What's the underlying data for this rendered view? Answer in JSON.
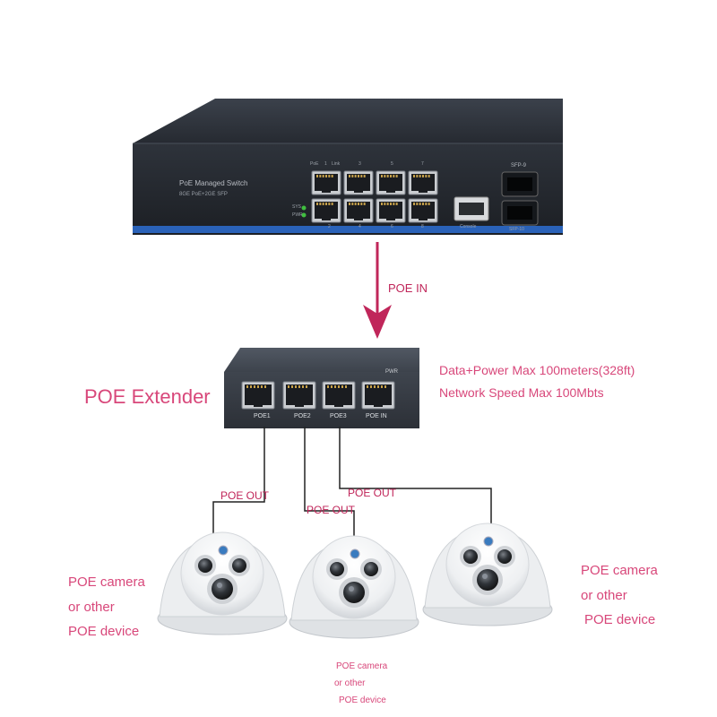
{
  "switch": {
    "title": "PoE Managed Switch",
    "subtitle": "8GE PoE+2GE SFP",
    "top_labels": [
      "PoE",
      "1",
      "Link",
      "3",
      "5",
      "7"
    ],
    "bottom_labels": [
      "2",
      "4",
      "6",
      "8"
    ],
    "sfp_label": "SFP-9",
    "sfp_label_bottom": "SFP-10",
    "console_label": "Console",
    "sys_label": "SYS",
    "pwr_label": "PWR"
  },
  "poe_in_label": "POE IN",
  "extender": {
    "name": "POE Extender",
    "ports": [
      "POE1",
      "POE2",
      "POE3",
      "POE IN"
    ],
    "pwr_label": "PWR"
  },
  "specs": {
    "line1": "Data+Power Max 100meters(328ft)",
    "line2": "Network Speed Max 100Mbts"
  },
  "poe_out_labels": [
    "POE OUT",
    "POE OUT",
    "POE OUT"
  ],
  "devices": {
    "left": [
      "POE camera",
      "or other",
      "POE device"
    ],
    "right": [
      "POE camera",
      "or other",
      "POE device"
    ],
    "bottom": [
      "POE camera",
      "or other",
      "POE device"
    ]
  },
  "colors": {
    "accent": "#d8477a",
    "arrow": "#c0265a",
    "switch_body": "#2b2f36",
    "extender_body": "#3a4049",
    "cable": "#222222"
  }
}
